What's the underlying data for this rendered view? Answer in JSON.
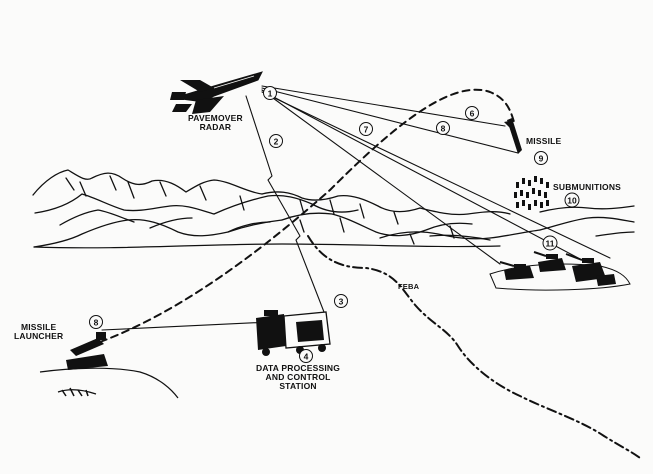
{
  "labels": {
    "pavemover_radar": [
      "PAVEMOVER",
      "RADAR"
    ],
    "missile": "MISSILE",
    "submunitions": "SUBMUNITIONS",
    "feba": "FEBA",
    "missile_launcher": [
      "MISSILE",
      "LAUNCHER"
    ],
    "data_processing": [
      "DATA PROCESSING",
      "AND CONTROL",
      "STATION"
    ]
  },
  "callouts": [
    "1",
    "2",
    "3",
    "4",
    "6",
    "7",
    "8",
    "8",
    "9",
    "10",
    "11"
  ],
  "colors": {
    "ink": "#111111",
    "paper": "#fbfbfa"
  }
}
